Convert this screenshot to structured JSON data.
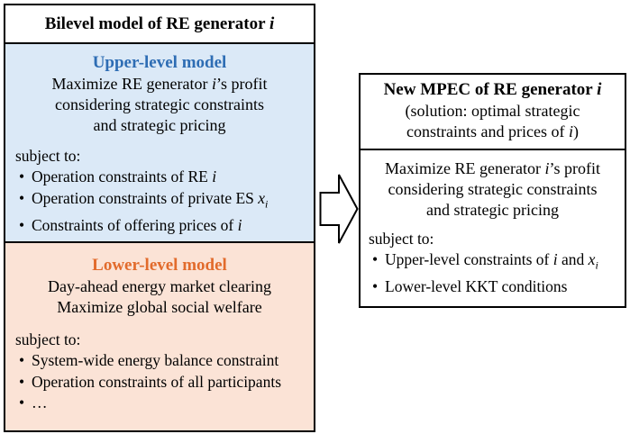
{
  "left": {
    "title": "Bilevel model of RE generator",
    "title_var": "i",
    "upper": {
      "heading": "Upper-level model",
      "objective": [
        {
          "pre": "Maximize RE generator ",
          "var": "i",
          "post": "’s profit"
        },
        {
          "pre": "considering strategic constraints",
          "var": "",
          "post": ""
        },
        {
          "pre": "and strategic pricing",
          "var": "",
          "post": ""
        }
      ],
      "subject_to": "subject to:",
      "items": [
        {
          "pre": "Operation constraints of RE ",
          "var": "i",
          "sub": ""
        },
        {
          "pre": "Operation constraints of private ES ",
          "var": "x",
          "sub": "i"
        },
        {
          "pre": "Constraints of offering prices of ",
          "var": "i",
          "sub": ""
        }
      ]
    },
    "lower": {
      "heading": "Lower-level model",
      "objective": [
        "Day-ahead energy market clearing",
        "Maximize global social welfare"
      ],
      "subject_to": "subject to:",
      "items": [
        "System-wide energy balance constraint",
        "Operation constraints of all participants",
        "…"
      ]
    }
  },
  "right": {
    "title": "New MPEC of RE generator",
    "title_var": "i",
    "solution_lines": [
      {
        "pre": "(solution: optimal strategic",
        "var": "",
        "post": ""
      },
      {
        "pre": "constraints and prices of ",
        "var": "i",
        "post": ")"
      }
    ],
    "objective": [
      {
        "pre": "Maximize RE generator ",
        "var": "i",
        "post": "’s profit"
      },
      {
        "pre": "considering strategic constraints",
        "var": "",
        "post": ""
      },
      {
        "pre": "and strategic pricing",
        "var": "",
        "post": ""
      }
    ],
    "subject_to": "subject to:",
    "items": [
      {
        "pre": "Upper-level constraints of ",
        "var": "i",
        "mid": " and ",
        "var2": "x",
        "sub": "i"
      },
      {
        "pre": "Lower-level KKT conditions",
        "var": "",
        "mid": "",
        "var2": "",
        "sub": ""
      }
    ]
  },
  "bullet": "•",
  "colors": {
    "upper_fill": "#dbe9f7",
    "lower_fill": "#fbe3d6",
    "upper_heading": "#2e6db4",
    "lower_heading": "#e26b2c"
  }
}
